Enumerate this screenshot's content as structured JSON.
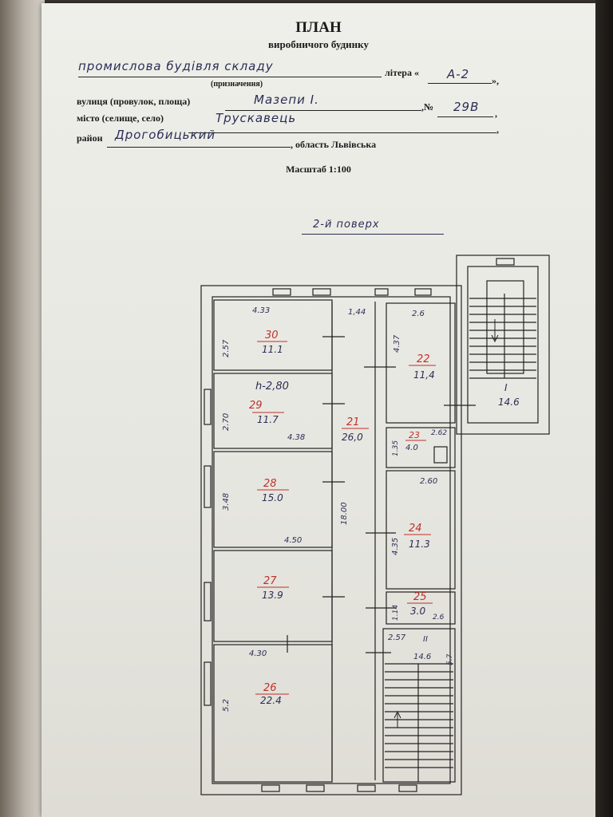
{
  "header": {
    "title": "ПЛАН",
    "subtitle": "виробничого будинку"
  },
  "form": {
    "purpose_value": "промислова будівля складу",
    "purpose_caption": "(призначення)",
    "litera_label": "літера «",
    "litera_value": "А-2",
    "litera_close": "»,",
    "street_label": "вулиця (провулок, площа)",
    "street_value": "Мазепи І.",
    "number_label": ",№",
    "number_value": "29В",
    "number_close": ",",
    "city_label": "місто (селище, село)",
    "city_value": "Трускавець",
    "city_close": ",",
    "district_label": "район",
    "district_value": "Дрогобицький",
    "region_text": ", область Львівська"
  },
  "scale": "Масштаб 1:100",
  "floor_label": "2-й поверх",
  "height_note": "h-2,80",
  "rooms": [
    {
      "number": "30",
      "area": "11.1"
    },
    {
      "number": "29",
      "area": "11.7"
    },
    {
      "number": "28",
      "area": "15.0"
    },
    {
      "number": "27",
      "area": "13.9"
    },
    {
      "number": "26",
      "area": "22.4"
    },
    {
      "number": "21",
      "area": "26,0"
    },
    {
      "number": "22",
      "area": "11,4"
    },
    {
      "number": "23",
      "area": "4.0"
    },
    {
      "number": "24",
      "area": "11.3"
    },
    {
      "number": "25",
      "area": "3.0"
    },
    {
      "number": "I",
      "area": "14.6"
    },
    {
      "number": "II",
      "area": "14.6"
    }
  ],
  "dimensions": {
    "d_433": "4.33",
    "d_144": "1,44",
    "d_26": "2.6",
    "d_257_left": "2.57",
    "d_437": "4.37",
    "d_270": "2.70",
    "d_438": "4.38",
    "d_135": "1.35",
    "d_262": "2.62",
    "d_260": "2.60",
    "d_348": "3.48",
    "d_1800": "18.00",
    "d_435": "4.35",
    "d_450": "4.50",
    "d_114": "1.14",
    "d_26b": "2.6",
    "d_257b": "2.57",
    "d_57": "5.7",
    "d_430": "4.30",
    "d_52": "5.2"
  },
  "colors": {
    "ink_blue": "#2b2d55",
    "ink_red": "#c0302a",
    "ink_black": "#1a1a1a"
  }
}
